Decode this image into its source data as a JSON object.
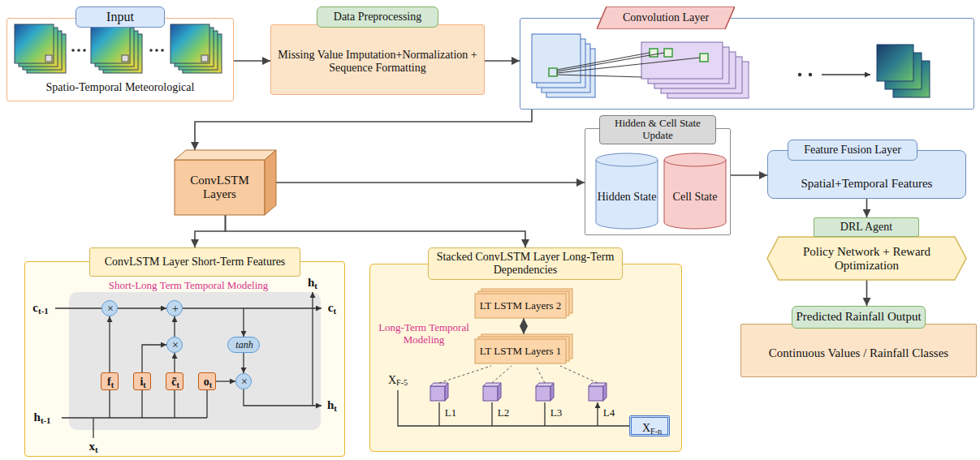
{
  "diagram": {
    "nodes": [
      {
        "text": [
          "Input",
          "Spatio-Temporal Meteorological"
        ]
      },
      {
        "text": [
          "Data Preprocessing",
          "Missing Value Imputation+Normalization + Sequence Formatting"
        ]
      },
      {
        "text": [
          "Convolution Layer"
        ]
      },
      {
        "text": [
          "ConvLSTM Layers"
        ]
      },
      {
        "text": [
          "Hidden & Cell State Update"
        ]
      },
      {
        "text": [
          "Hidden State"
        ],
        "in": 4
      },
      {
        "text": [
          "Cell State"
        ],
        "in": 4
      },
      {
        "text": [
          "Feature Fusion Layer",
          "Spatial+Temporal Features"
        ]
      },
      {
        "text": [
          "DRL Agent",
          "Policy Network + Reward Optimization"
        ]
      },
      {
        "text": [
          "Predicted Rainfall Output",
          "Continuous Values / Rainfall Classes"
        ]
      },
      {
        "text": [
          "ConvLSTM Layer Short-Term Features"
        ]
      },
      {
        "text": [
          "×"
        ],
        "in": 10
      },
      {
        "text": [
          "+"
        ],
        "in": 10
      },
      {
        "text": [
          "×"
        ],
        "in": 10
      },
      {
        "text": [
          "tanh"
        ],
        "in": 10
      },
      {
        "text": [
          "ft"
        ],
        "in": 10
      },
      {
        "text": [
          "it"
        ],
        "in": 10
      },
      {
        "text": [
          "c̃t"
        ],
        "in": 10
      },
      {
        "text": [
          "ot"
        ],
        "in": 10
      },
      {
        "text": [
          "×"
        ],
        "in": 10
      },
      {
        "text": [
          "Stacked ConvLSTM Layer Long-Term Dependencies"
        ]
      },
      {
        "text": [
          "LT LSTM Layers 2"
        ],
        "in": 20
      },
      {
        "text": [
          "LT LSTM Layers 1"
        ],
        "in": 20
      },
      {
        "text": [
          "XF-n"
        ],
        "in": 20
      }
    ],
    "edges": [
      {
        "from": 0,
        "to": 1,
        "arrow": "to"
      },
      {
        "from": 1,
        "to": 2,
        "arrow": "to"
      },
      {
        "from": 2,
        "to": 3,
        "arrow": "to"
      },
      {
        "from": 3,
        "to": 4,
        "arrow": "to"
      },
      {
        "from": 4,
        "to": 7,
        "arrow": "to"
      },
      {
        "from": 7,
        "to": 8,
        "arrow": "to"
      },
      {
        "from": 8,
        "to": 9,
        "arrow": "to"
      },
      {
        "from": 3,
        "to": 10,
        "arrow": "to"
      },
      {
        "from": 3,
        "to": 20,
        "arrow": "to"
      },
      {
        "from": 21,
        "to": 22,
        "arrow": "both"
      },
      {
        "from": 15,
        "to": 11,
        "arrow": "to"
      },
      {
        "from": 11,
        "to": 12,
        "arrow": "to"
      },
      {
        "from": 16,
        "to": 13,
        "arrow": "to"
      },
      {
        "from": 17,
        "to": 13,
        "arrow": "to"
      },
      {
        "from": 13,
        "to": 12,
        "arrow": "to"
      },
      {
        "from": 18,
        "to": 19,
        "arrow": "to"
      },
      {
        "from": 14,
        "to": 19,
        "arrow": "to"
      }
    ],
    "labels": [
      "ct-1",
      "ct",
      "ht-1",
      "ht",
      "ht",
      "xt",
      "Short-Long Term Temporal Modeling",
      "Long-Term Temporal Modeling",
      "XF-5",
      "L1",
      "L2",
      "L3",
      "L4"
    ]
  }
}
